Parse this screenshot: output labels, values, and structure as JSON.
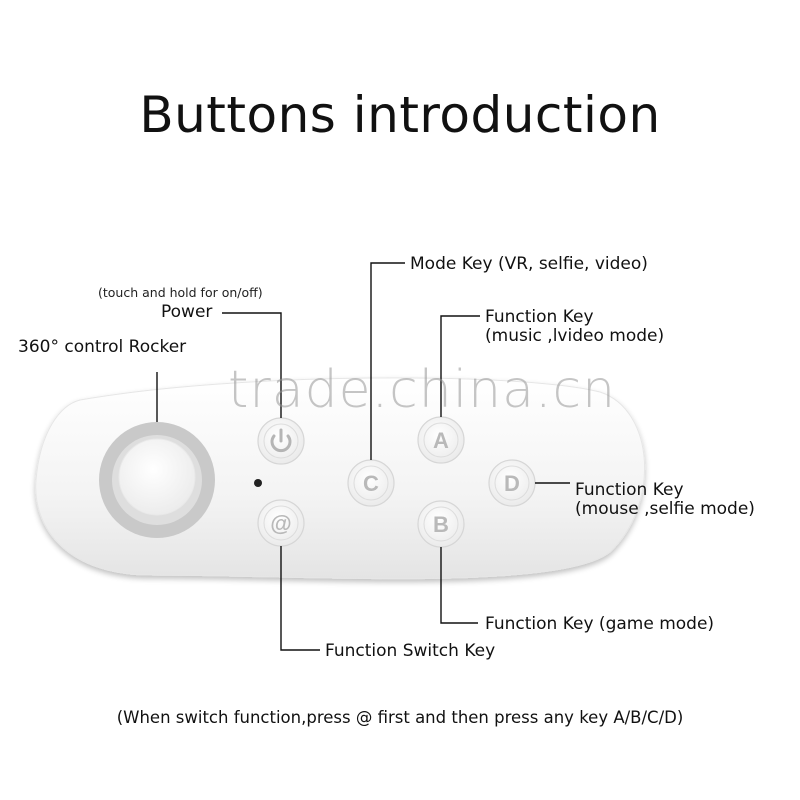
{
  "title": "Buttons introduction",
  "watermark": "trade.china.cn",
  "labels": {
    "power_hint": "(touch and hold for on/off)",
    "power": "Power",
    "rocker": "360° control Rocker",
    "mode_key": "Mode Key (VR, selfie, video)",
    "function_a_line1": "Function Key",
    "function_a_line2": "(music ,lvideo mode)",
    "function_d_line1": "Function Key",
    "function_d_line2": "(mouse ,selfie mode)",
    "function_b": "Function Key (game mode)",
    "function_switch": "Function Switch Key"
  },
  "keys": {
    "a": "A",
    "b": "B",
    "c": "C",
    "d": "D",
    "at": "@",
    "power_icon": "power-icon"
  },
  "footnote": "(When switch function,press @ first and then press any key A/B/C/D)",
  "colors": {
    "device_body": "#f4f4f4",
    "rocker_ring": "#c8c8c8",
    "key_letter": "#b9b9b9",
    "leader_line": "#111111"
  }
}
